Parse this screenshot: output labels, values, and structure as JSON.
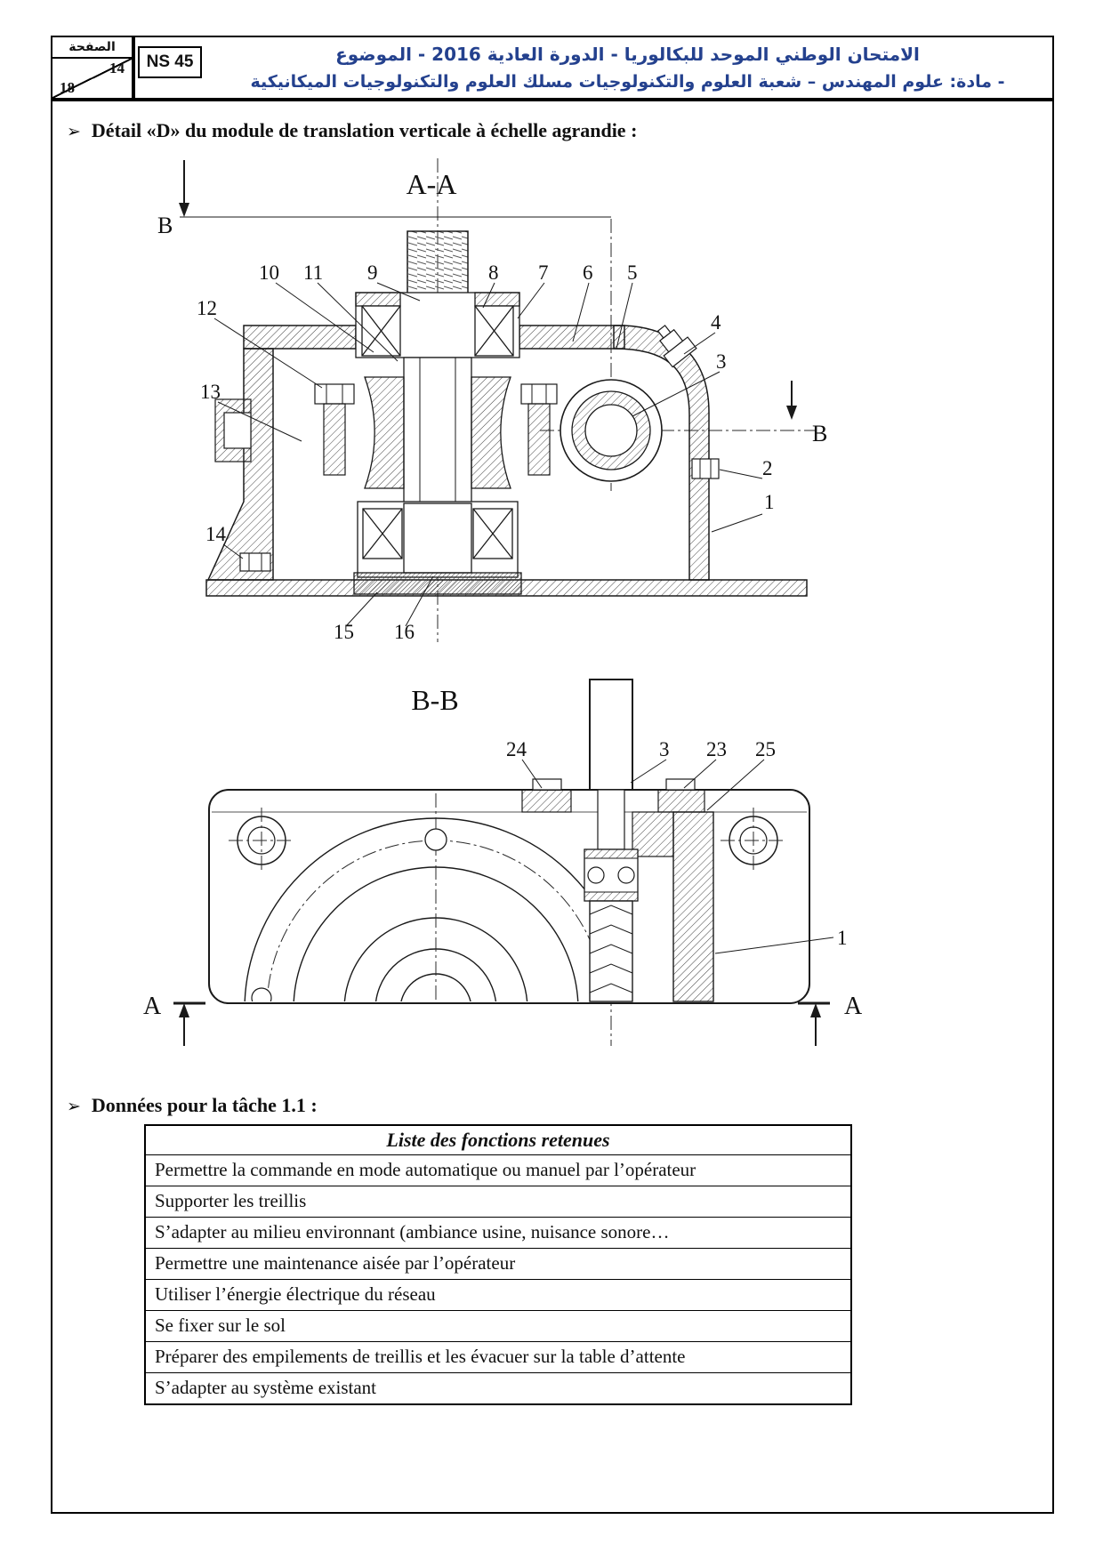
{
  "colors": {
    "title_blue": "#24418E",
    "line_color": "#1a1a1a"
  },
  "header": {
    "page_box": {
      "label": "الصفحة",
      "current_page": "14",
      "total_pages": "18"
    },
    "ns_code": "NS 45",
    "title_line1": "الامتحان الوطني الموحد للبكالوريا - الدورة العادية 2016 - الموضوع",
    "title_line2": "- مادة: علوم المهندس – شعبة العلوم والتكنولوجيات مسلك العلوم والتكنولوجيات الميكانيكية"
  },
  "body": {
    "bullet": "➢",
    "detail_heading": "Détail «D» du module de translation verticale à échelle agrandie :",
    "data_heading": "Données pour la tâche 1.1 :"
  },
  "drawing_aa": {
    "title": "A-A",
    "section_letter": "B",
    "labels": {
      "l1": "1",
      "l2": "2",
      "l3": "3",
      "l4": "4",
      "l5": "5",
      "l6": "6",
      "l7": "7",
      "l8": "8",
      "l9": "9",
      "l10": "10",
      "l11": "11",
      "l12": "12",
      "l13": "13",
      "l14": "14",
      "l15": "15",
      "l16": "16"
    }
  },
  "drawing_bb": {
    "title": "B-B",
    "section_letter": "A",
    "labels": {
      "l1": "1",
      "l3": "3",
      "l23": "23",
      "l24": "24",
      "l25": "25"
    }
  },
  "functions_table": {
    "header": "Liste des fonctions retenues",
    "rows": [
      "Permettre la commande en mode automatique ou manuel par l’opérateur",
      "Supporter les treillis",
      "S’adapter au milieu environnant (ambiance usine, nuisance sonore…",
      "Permettre une maintenance aisée par l’opérateur",
      "Utiliser l’énergie électrique du réseau",
      "Se fixer sur le sol",
      "Préparer des empilements de treillis et les évacuer sur la table d’attente",
      "S’adapter au système existant"
    ]
  }
}
